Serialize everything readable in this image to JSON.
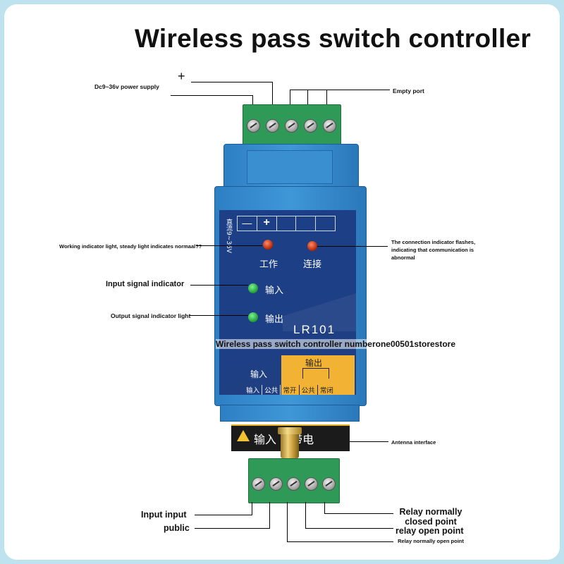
{
  "title": "Wireless pass switch controller",
  "labels": {
    "power_plus": "+",
    "power_supply": "Dc9~36v power supply",
    "empty_port": "Empty port",
    "working_indicator": "Working indicator light, steady light indicates normaal??",
    "connection_indicator": "The connection indicator flashes, indicating that communication is abnormal",
    "input_signal_indicator": "Input signal indicator",
    "output_signal_indicator": "Output signal indicator light",
    "watermark_caption": "Wireless pass switch controller numberone00501storestore",
    "antenna_interface": "Antenna interface",
    "input_input": "Input input",
    "public": "public",
    "relay_closed": "Relay normally closed point",
    "relay_open": "relay open point",
    "relay_normally_open": "Relay normally open point"
  },
  "device": {
    "model": "LR101",
    "dc_vertical_label": "直流9~36V",
    "minus_sign": "—",
    "plus_sign": "+",
    "work_label": "工作",
    "connect_label": "连接",
    "input_led_label": "输入",
    "output_led_label": "输出",
    "input_section": "输入",
    "output_section": "输出",
    "terminal_labels": [
      "输入",
      "公共",
      "常开",
      "公共",
      "常闭"
    ],
    "warning_text": "输入  禁带电"
  },
  "colors": {
    "background": "#bfe3ee",
    "device_blue": "#3f97d8",
    "panel_navy": "#1d3f86",
    "terminal_green": "#2f9a57",
    "output_yellow": "#f2b233"
  }
}
